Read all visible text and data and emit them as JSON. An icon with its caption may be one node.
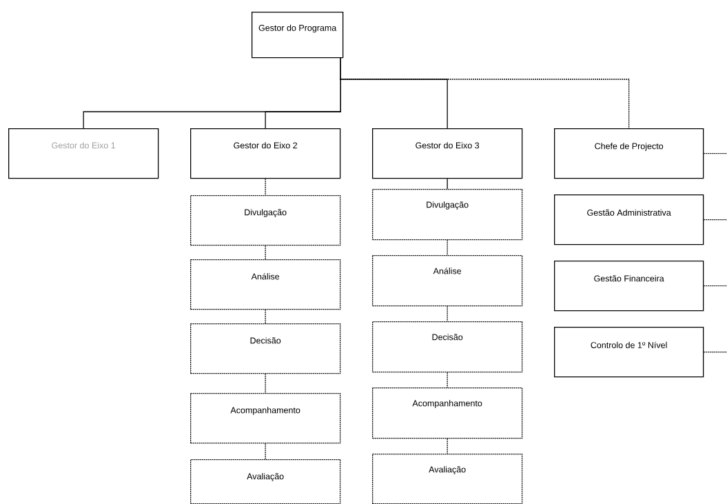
{
  "diagram": {
    "nodes": [
      {
        "text": [
          "Gestor do Programa"
        ]
      },
      {
        "text": [
          "Gestor do Eixo 1"
        ]
      },
      {
        "text": [
          "Gestor do Eixo 2"
        ]
      },
      {
        "text": [
          "Gestor do Eixo 3"
        ]
      },
      {
        "text": [
          "Chefe de Projecto"
        ]
      },
      {
        "text": [
          "Divulgação"
        ]
      },
      {
        "text": [
          "Análise"
        ]
      },
      {
        "text": [
          "Decisão"
        ]
      },
      {
        "text": [
          "Acompanhamento"
        ]
      },
      {
        "text": [
          "Avaliação"
        ]
      },
      {
        "text": [
          "Divulgação"
        ]
      },
      {
        "text": [
          "Análise"
        ]
      },
      {
        "text": [
          "Decisão"
        ]
      },
      {
        "text": [
          "Acompanhamento"
        ]
      },
      {
        "text": [
          "Avaliação"
        ]
      },
      {
        "text": [
          "Gestão Administrativa"
        ]
      },
      {
        "text": [
          "Gestão Financeira"
        ]
      },
      {
        "text": [
          "Controlo de 1º Nível"
        ]
      }
    ],
    "edges": [
      {
        "from": 0,
        "to": 1,
        "arrow": "none"
      },
      {
        "from": 0,
        "to": 2,
        "arrow": "none"
      },
      {
        "from": 0,
        "to": 3,
        "arrow": "none"
      },
      {
        "from": 0,
        "to": 4,
        "arrow": "none",
        "style": "dashed"
      },
      {
        "from": 2,
        "to": 5,
        "arrow": "none",
        "style": "dashed"
      },
      {
        "from": 5,
        "to": 6,
        "arrow": "none",
        "style": "dashed"
      },
      {
        "from": 6,
        "to": 7,
        "arrow": "none",
        "style": "dashed"
      },
      {
        "from": 7,
        "to": 8,
        "arrow": "none",
        "style": "dashed"
      },
      {
        "from": 8,
        "to": 9,
        "arrow": "none",
        "style": "dashed"
      },
      {
        "from": 3,
        "to": 10,
        "arrow": "none"
      },
      {
        "from": 10,
        "to": 11,
        "arrow": "none",
        "style": "dashed"
      },
      {
        "from": 11,
        "to": 12,
        "arrow": "none",
        "style": "dashed"
      },
      {
        "from": 12,
        "to": 13,
        "arrow": "none",
        "style": "dashed"
      },
      {
        "from": 13,
        "to": 14,
        "arrow": "none",
        "style": "dashed"
      },
      {
        "from": 4,
        "to": null,
        "arrow": "none",
        "style": "dashed"
      },
      {
        "from": 15,
        "to": null,
        "arrow": "none",
        "style": "dashed"
      },
      {
        "from": 16,
        "to": null,
        "arrow": "none",
        "style": "dashed"
      },
      {
        "from": 17,
        "to": null,
        "arrow": "none",
        "style": "dashed"
      }
    ]
  }
}
